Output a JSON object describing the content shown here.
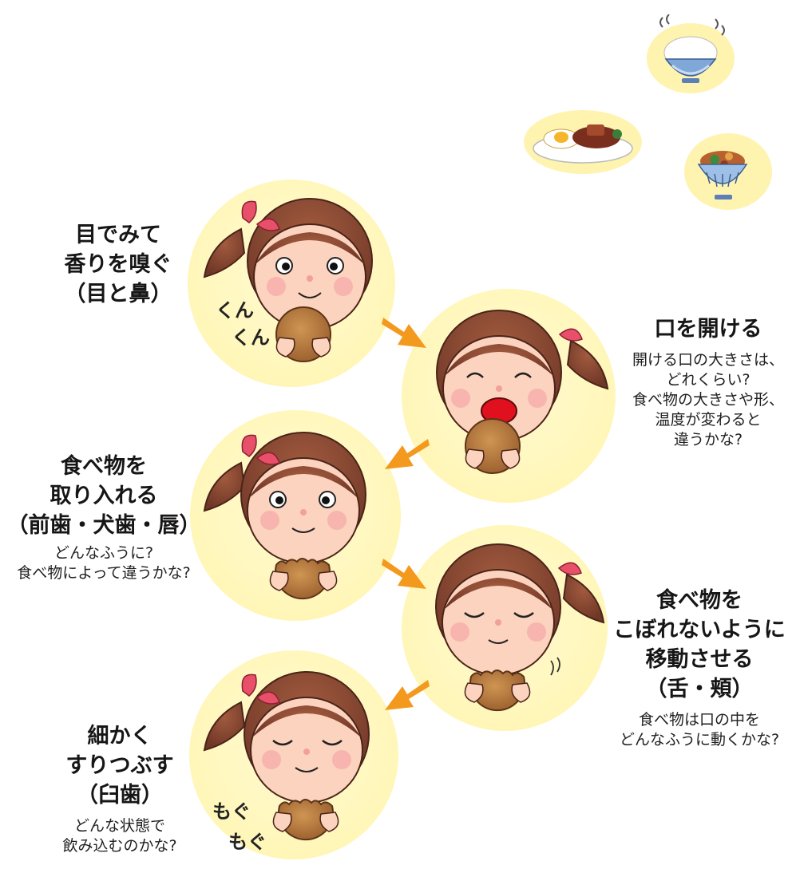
{
  "steps": [
    {
      "title_lines": [
        "目でみて",
        "香りを嗅ぐ",
        "（目と鼻）"
      ],
      "note_lines": []
    },
    {
      "title_lines": [
        "口を開ける"
      ],
      "note_lines": [
        "開ける口の大きさは、",
        "どれくらい?",
        "食べ物の大きさや形、",
        "温度が変わると",
        "違うかな?"
      ]
    },
    {
      "title_lines": [
        "食べ物を",
        "取り入れる",
        "（前歯・犬歯・唇）"
      ],
      "note_lines": [
        "どんなふうに?",
        "食べ物によって違うかな?"
      ]
    },
    {
      "title_lines": [
        "食べ物を",
        "こぼれないように",
        "移動させる",
        "（舌・頬）"
      ],
      "note_lines": [
        "食べ物は口の中を",
        "どんなふうに動くかな?"
      ]
    },
    {
      "title_lines": [
        "細かく",
        "すりつぶす",
        "（臼歯）"
      ],
      "note_lines": [
        "どんな状態で",
        "飲み込むのかな?"
      ]
    }
  ],
  "sound_effects": {
    "sniff": [
      "くん",
      "くん"
    ],
    "chew": [
      "もぐ",
      "もぐ"
    ]
  },
  "food_icons": [
    "rice-bowl-icon",
    "curry-plate-icon",
    "stew-bowl-icon"
  ],
  "colors": {
    "circle": "#fff6b8",
    "arrow": "#f39a1e",
    "hair": "#8a4a34",
    "skin": "#fcd3be",
    "cookie": "#b87a3a",
    "ribbon": "#e8506a"
  }
}
